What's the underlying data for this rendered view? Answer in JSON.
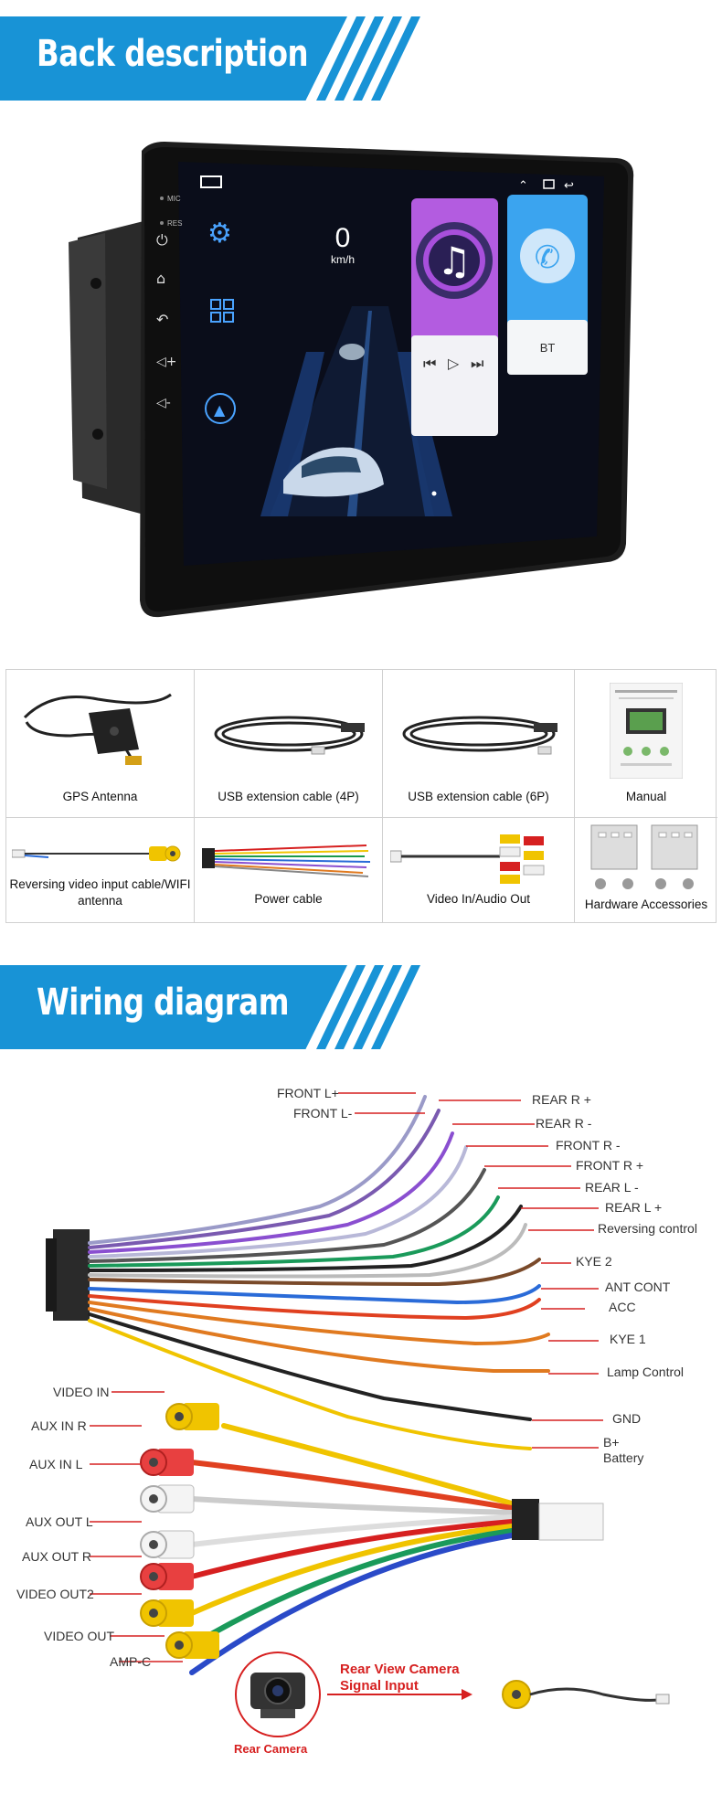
{
  "sections": {
    "back": {
      "title": "Back description"
    },
    "wiring": {
      "title": "Wiring diagram"
    }
  },
  "device": {
    "side_labels": {
      "mic": "MIC",
      "res": "RES"
    },
    "speed_value": "0",
    "speed_unit": "km/h",
    "bt_label": "BT"
  },
  "accessories": [
    {
      "label": "GPS Antenna"
    },
    {
      "label": "USB extension cable (4P)"
    },
    {
      "label": "USB extension cable (6P)"
    },
    {
      "label": "Manual"
    },
    {
      "label": "Reversing video input cable/WIFI antenna"
    },
    {
      "label": "Power cable"
    },
    {
      "label": "Video In/Audio Out"
    },
    {
      "label": "Hardware Accessories"
    }
  ],
  "wiring": {
    "top_labels": [
      "FRONT L+",
      "FRONT L-"
    ],
    "right_labels": [
      "REAR R +",
      "REAR R -",
      "FRONT R -",
      "FRONT R +",
      "REAR L -",
      "REAR L +",
      "Reversing control",
      "KYE 2",
      "ANT CONT",
      "ACC",
      "KYE 1",
      "Lamp Control",
      "GND",
      "B+",
      "Battery"
    ],
    "left_labels": [
      "VIDEO IN",
      "AUX IN R",
      "AUX  IN L",
      "AUX OUT L",
      "AUX OUT R",
      "VIDEO OUT2",
      "VIDEO OUT",
      "AMP-C"
    ],
    "rear_camera": {
      "title_line1": "Rear View Camera",
      "title_line2": "Signal Input",
      "camera_label": "Rear Camera"
    }
  },
  "colors": {
    "banner": "#1893d6",
    "accent_red": "#d62020"
  }
}
